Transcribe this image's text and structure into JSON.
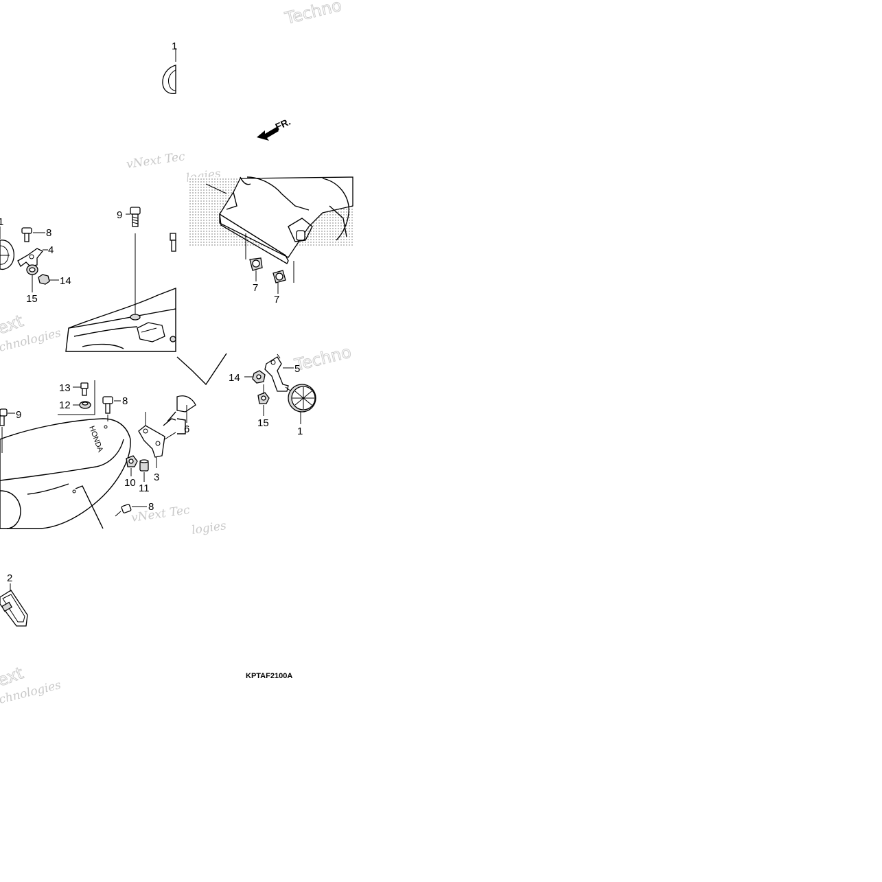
{
  "diagram": {
    "code": "KPTAF2100A",
    "direction_label": "FR.",
    "honda_mark": "HONDA",
    "callouts": {
      "c1_top": "1",
      "c1_left": "1",
      "c8_top": "8",
      "c4": "4",
      "c14_left": "14",
      "c15_left": "15",
      "c9_top": "9",
      "c7_a": "7",
      "c7_b": "7",
      "c13": "13",
      "c12": "12",
      "c8_mid": "8",
      "c9_mid": "9",
      "c6": "6",
      "c10": "10",
      "c11": "11",
      "c3": "3",
      "c8_bottom": "8",
      "c14_right": "14",
      "c5": "5",
      "c15_right": "15",
      "c1_right": "1",
      "c2": "2"
    },
    "watermarks": {
      "w1": "Techno",
      "w2": "vNext Tec",
      "w3": "logies",
      "w4": "ext",
      "w5": "chnologies",
      "w6": "Techno",
      "w7": "vNext Tec",
      "w8": "logies",
      "w9": "ext",
      "w10": "chnologies"
    }
  }
}
